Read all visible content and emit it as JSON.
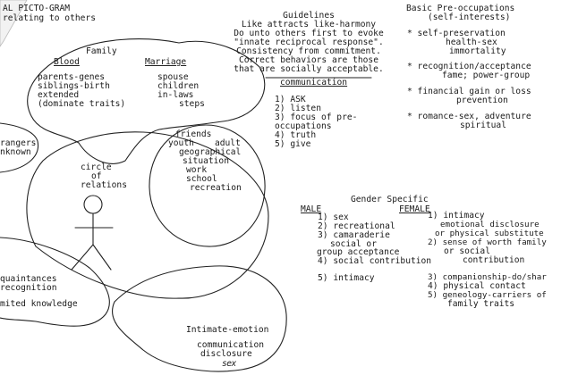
{
  "header": {
    "title_line1": "AL PICTO-GRAM",
    "title_line2": "relating to others"
  },
  "family": {
    "label": "Family",
    "blood_heading": "Blood",
    "blood_items": [
      "parents-genes",
      "siblings-birth",
      "extended",
      "(dominate traits)"
    ],
    "marriage_heading": "Marriage",
    "marriage_items": [
      "spouse",
      "children",
      "in-laws",
      "steps"
    ]
  },
  "strangers": [
    "rangers",
    "nknown"
  ],
  "friends": {
    "items": [
      "friends",
      "youth    adult",
      "geographical",
      "situation",
      "work",
      "school",
      "recreation"
    ]
  },
  "circle": [
    "circle",
    "of",
    "relations"
  ],
  "acquaintances": [
    "quaintances",
    "recognition"
  ],
  "limited": "mited knowledge",
  "intimate": {
    "label": "Intimate-emotion",
    "items": [
      "communication",
      "disclosure"
    ],
    "sex_scribble": "sex"
  },
  "guidelines": {
    "lines": [
      "Guidelines",
      "Like attracts like-harmony",
      "Do unto others first to evoke",
      "\"innate reciprocal response\".",
      "Consistency from commitment.",
      "Correct behaviors are those",
      "that are socially acceptable."
    ]
  },
  "communication": {
    "heading": "communication",
    "items": [
      "1) ASK",
      "2) listen",
      "3) focus of pre-",
      "occupations",
      "4) truth",
      "5) give"
    ]
  },
  "preoccupations": {
    "title": "Basic Pre-occupations",
    "subtitle": "(self-interests)",
    "items": [
      [
        "* self-preservation",
        "health-sex",
        "immortality"
      ],
      [
        "* recognition/acceptance",
        "fame; power-group"
      ],
      [
        "* financial gain or loss",
        "prevention"
      ],
      [
        "* romance-sex, adventure",
        "spiritual"
      ]
    ]
  },
  "gender": {
    "title": "Gender Specific",
    "male_heading": "MALE",
    "female_heading": "FEMALE",
    "male_items": [
      "1) sex",
      "2) recreational",
      "3) camaraderie",
      "social or",
      "group acceptance",
      "4) social contribution",
      "5) intimacy"
    ],
    "female_items": [
      "1) intimacy",
      "emotional disclosure",
      "or physical substitute",
      "2) sense of worth family",
      "or social",
      "contribution",
      "3) companionship-do/shar",
      "4) physical contact",
      "5) geneology-carriers of",
      "family traits"
    ]
  }
}
